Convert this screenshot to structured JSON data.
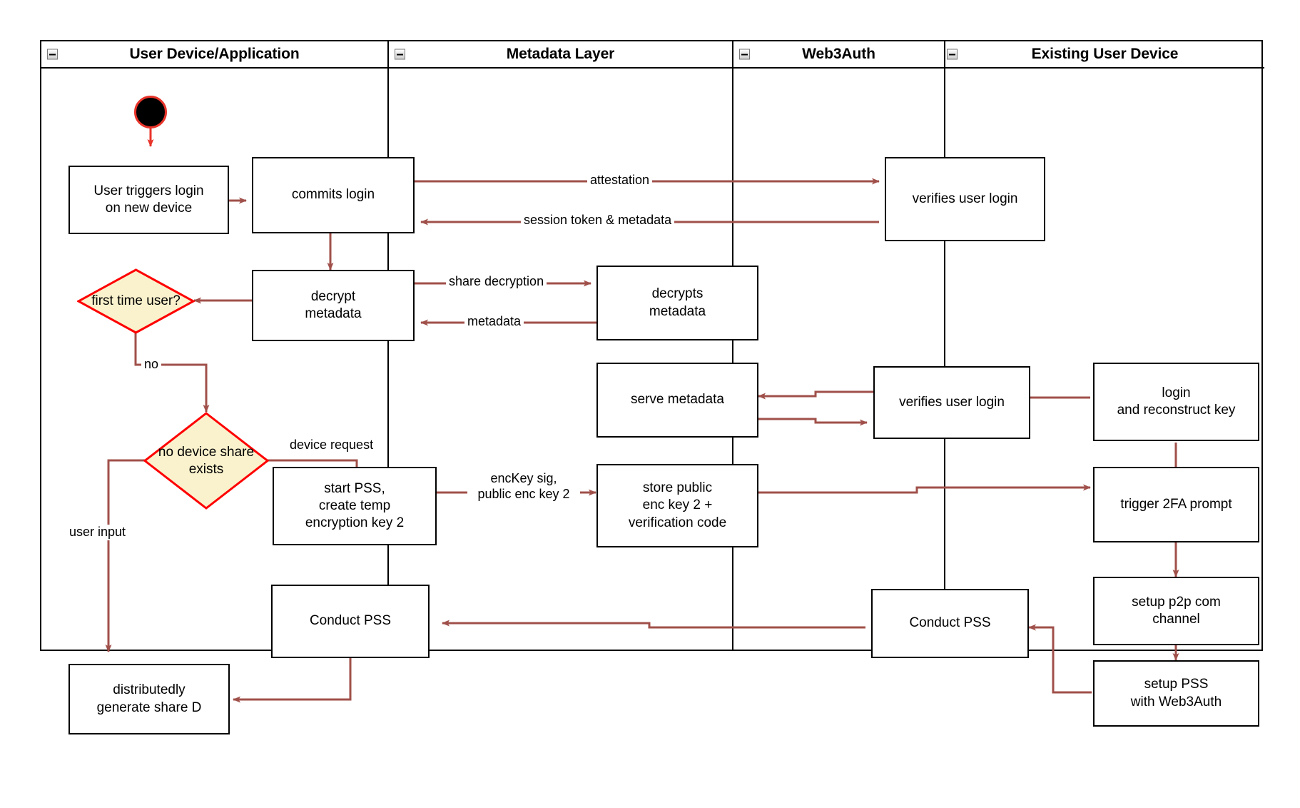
{
  "diagram": {
    "title": "Web3Auth new-device login flow",
    "colors": {
      "arrow": "#a0504a",
      "decision_border": "#ff0000",
      "decision_fill": "#faf2cd",
      "start_border": "#e8342a",
      "node_border": "#000000",
      "lane_border": "#000000"
    }
  },
  "lanes": [
    {
      "id": "user-device-application",
      "label": "User Device/Application",
      "icon": "collapse-minus-icon"
    },
    {
      "id": "metadata-layer",
      "label": "Metadata Layer",
      "icon": "collapse-minus-icon"
    },
    {
      "id": "web3auth",
      "label": "Web3Auth",
      "icon": "collapse-minus-icon"
    },
    {
      "id": "existing-user-device",
      "label": "Existing User Device",
      "icon": "collapse-minus-icon"
    }
  ],
  "nodes": {
    "start": {
      "type": "start",
      "label": ""
    },
    "user_triggers_login": {
      "label": "User triggers login\non new device",
      "line1": "User triggers login",
      "line2": "on new device"
    },
    "commits_login": {
      "label": "commits login"
    },
    "verifies_user_login_1": {
      "label": "verifies user login"
    },
    "decrypt_metadata": {
      "line1": "decrypt",
      "line2": "metadata"
    },
    "decrypts_metadata": {
      "line1": "decrypts",
      "line2": "metadata"
    },
    "first_time_user": {
      "line1": "first time",
      "line2": "user?"
    },
    "serve_metadata": {
      "label": "serve metadata"
    },
    "verifies_user_login_2": {
      "label": "verifies user login"
    },
    "login_and_reconstruct_key": {
      "line1": "login",
      "line2": "and reconstruct key"
    },
    "no_device_share_exists": {
      "line1": "no device",
      "line2": "share exists"
    },
    "start_pss_create_temp": {
      "line1": "start PSS,",
      "line2": "create temp",
      "line3": "encryption key 2"
    },
    "store_public_enc_key": {
      "line1": "store public",
      "line2": "enc key 2 +",
      "line3": "verification code"
    },
    "trigger_2fa_prompt": {
      "label": "trigger 2FA prompt"
    },
    "setup_p2p_com_channel": {
      "line1": "setup p2p com",
      "line2": "channel"
    },
    "conduct_pss_user": {
      "label": "Conduct PSS"
    },
    "conduct_pss_web3auth": {
      "label": "Conduct PSS"
    },
    "setup_pss_with_web3auth": {
      "line1": "setup PSS",
      "line2": "with Web3Auth"
    },
    "distributedly_generate_share_d": {
      "line1": "distributedly",
      "line2": "generate share D"
    }
  },
  "edge_labels": {
    "attestation": "attestation",
    "session_token": "session token & metadata",
    "share_decryption": "share decryption",
    "metadata": "metadata",
    "no": "no",
    "device_request": "device request",
    "user_input": "user input",
    "enckey_line1": "encKey sig,",
    "enckey_line2": "public enc key 2"
  }
}
